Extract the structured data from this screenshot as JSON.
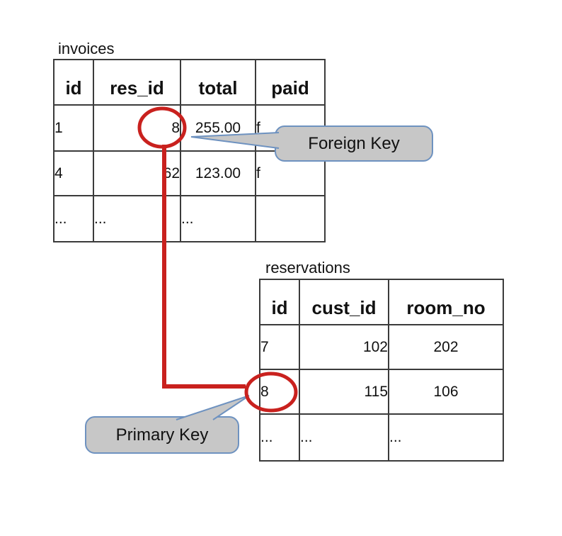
{
  "tables": [
    {
      "name": "invoices",
      "columns": [
        "id",
        "res_id",
        "total",
        "paid"
      ],
      "rows": [
        [
          "1",
          "8",
          "255.00",
          "f"
        ],
        [
          "4",
          "62",
          "123.00",
          "f"
        ],
        [
          "...",
          "...",
          "...",
          ""
        ]
      ]
    },
    {
      "name": "reservations",
      "columns": [
        "id",
        "cust_id",
        "room_no"
      ],
      "rows": [
        [
          "7",
          "102",
          "202"
        ],
        [
          "8",
          "115",
          "106"
        ],
        [
          "...",
          "...",
          "..."
        ]
      ]
    }
  ],
  "callouts": [
    {
      "label": "Foreign Key"
    },
    {
      "label": "Primary Key"
    }
  ],
  "relationship": {
    "from": "invoices.res_id",
    "to": "reservations.id",
    "matched_value": "8"
  },
  "colors": {
    "highlight_red": "#c9211e",
    "callout_fill": "#c7c7c7",
    "callout_border": "#6e92c0",
    "table_border": "#3b3b3b",
    "text": "#111111",
    "background": "#ffffff"
  }
}
